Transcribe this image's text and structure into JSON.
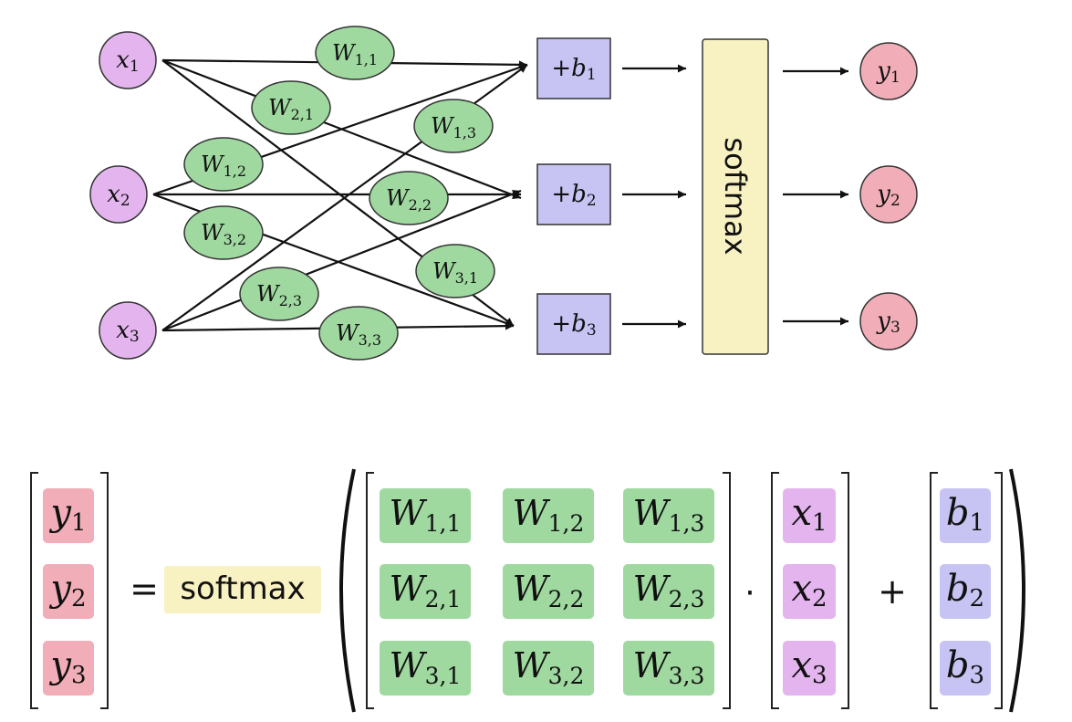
{
  "colors": {
    "input": "#e3b4ee",
    "weight": "#9fd9a0",
    "bias": "#c7c4f4",
    "softmax": "#f8f1c2",
    "output": "#f1aeb8",
    "stroke": "#111111"
  },
  "diagram": {
    "inputs": [
      {
        "base": "x",
        "sub": "1"
      },
      {
        "base": "x",
        "sub": "2"
      },
      {
        "base": "x",
        "sub": "3"
      }
    ],
    "weights": [
      {
        "base": "W",
        "sub": "1,1"
      },
      {
        "base": "W",
        "sub": "2,1"
      },
      {
        "base": "W",
        "sub": "1,3"
      },
      {
        "base": "W",
        "sub": "1,2"
      },
      {
        "base": "W",
        "sub": "2,2"
      },
      {
        "base": "W",
        "sub": "3,2"
      },
      {
        "base": "W",
        "sub": "3,1"
      },
      {
        "base": "W",
        "sub": "2,3"
      },
      {
        "base": "W",
        "sub": "3,3"
      }
    ],
    "biases": [
      {
        "prefix": "+",
        "base": "b",
        "sub": "1"
      },
      {
        "prefix": "+",
        "base": "b",
        "sub": "2"
      },
      {
        "prefix": "+",
        "base": "b",
        "sub": "3"
      }
    ],
    "softmax_label": "softmax",
    "outputs": [
      {
        "base": "y",
        "sub": "1"
      },
      {
        "base": "y",
        "sub": "2"
      },
      {
        "base": "y",
        "sub": "3"
      }
    ]
  },
  "equation": {
    "y": [
      {
        "base": "y",
        "sub": "1"
      },
      {
        "base": "y",
        "sub": "2"
      },
      {
        "base": "y",
        "sub": "3"
      }
    ],
    "equals": "=",
    "softmax_label": "softmax",
    "W": [
      [
        {
          "base": "W",
          "sub": "1,1"
        },
        {
          "base": "W",
          "sub": "1,2"
        },
        {
          "base": "W",
          "sub": "1,3"
        }
      ],
      [
        {
          "base": "W",
          "sub": "2,1"
        },
        {
          "base": "W",
          "sub": "2,2"
        },
        {
          "base": "W",
          "sub": "2,3"
        }
      ],
      [
        {
          "base": "W",
          "sub": "3,1"
        },
        {
          "base": "W",
          "sub": "3,2"
        },
        {
          "base": "W",
          "sub": "3,3"
        }
      ]
    ],
    "dot": "·",
    "x": [
      {
        "base": "x",
        "sub": "1"
      },
      {
        "base": "x",
        "sub": "2"
      },
      {
        "base": "x",
        "sub": "3"
      }
    ],
    "plus": "+",
    "b": [
      {
        "base": "b",
        "sub": "1"
      },
      {
        "base": "b",
        "sub": "2"
      },
      {
        "base": "b",
        "sub": "3"
      }
    ]
  }
}
